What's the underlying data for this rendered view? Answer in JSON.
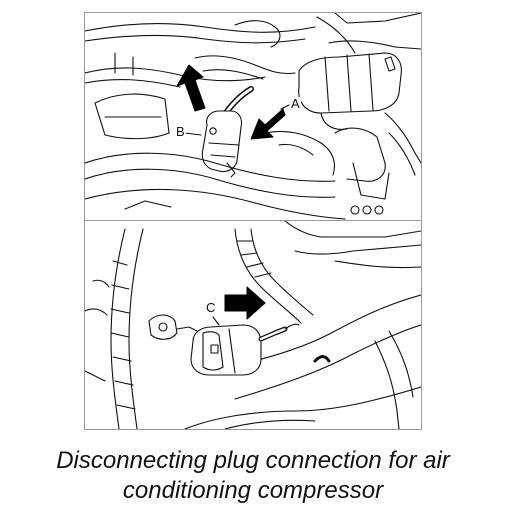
{
  "callouts": {
    "a": "A",
    "b": "B",
    "c": "C"
  },
  "caption": {
    "line1": "Disconnecting plug connection for air",
    "line2": "conditioning compressor"
  },
  "icons": [
    "arrow-icon"
  ],
  "colors": {
    "line": "#111111",
    "arrow": "#000000",
    "border": "#9a9a9a"
  }
}
